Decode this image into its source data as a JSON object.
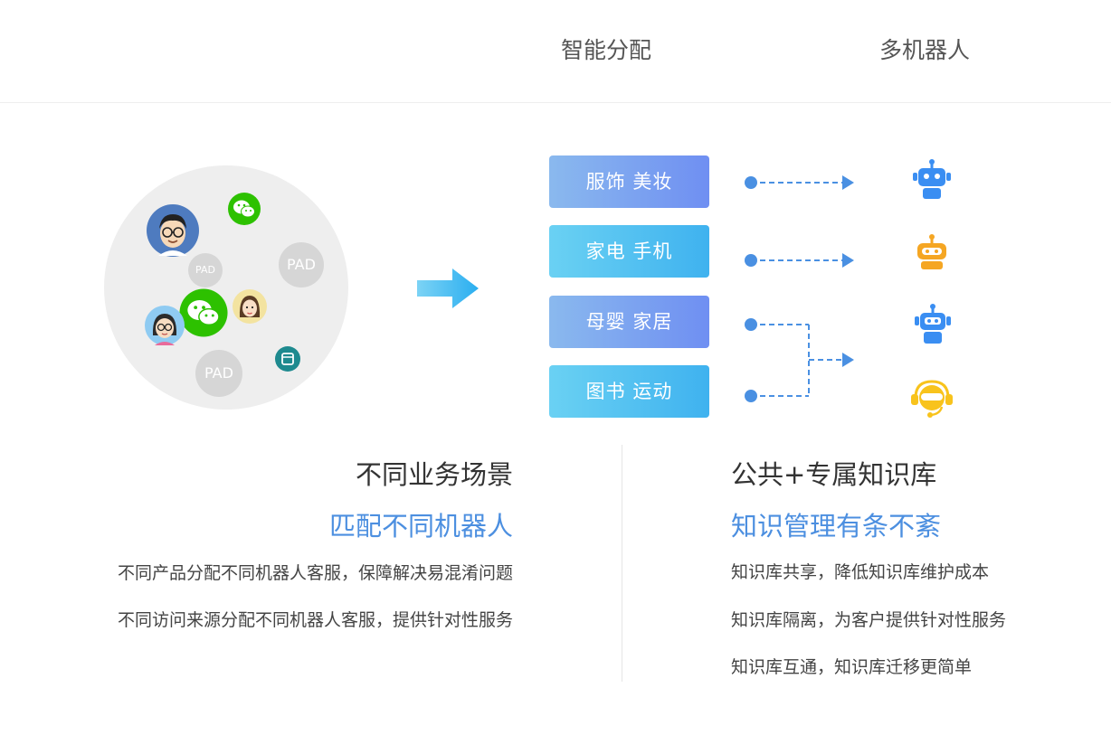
{
  "tabs": [
    {
      "label": "智能分配"
    },
    {
      "label": "多机器人"
    }
  ],
  "illustration": {
    "pad_label": "PAD"
  },
  "categories": [
    {
      "label": "服饰 美妆"
    },
    {
      "label": "家电 手机"
    },
    {
      "label": "母婴 家居"
    },
    {
      "label": "图书 运动"
    }
  ],
  "robots": [
    {
      "icon": "robot-blue-icon",
      "color": "#3a8ef2"
    },
    {
      "icon": "robot-orange-icon",
      "color": "#f5a623"
    },
    {
      "icon": "robot-blue-icon",
      "color": "#3a8ef2"
    },
    {
      "icon": "robot-yellow-headset-icon",
      "color": "#f8c31c"
    }
  ],
  "left_section": {
    "heading": "不同业务场景",
    "subheading": "匹配不同机器人",
    "items": [
      "不同产品分配不同机器人客服，保障解决易混淆问题",
      "不同访问来源分配不同机器人客服，提供针对性服务"
    ]
  },
  "right_section": {
    "heading": "公共+专属知识库",
    "subheading": "知识管理有条不紊",
    "items": [
      "知识库共享，降低知识库维护成本",
      "知识库隔离，为客户提供针对性服务",
      "知识库互通，知识库迁移更简单"
    ]
  },
  "colors": {
    "accent_blue": "#4c8fe0",
    "connector_blue": "#4a90e2",
    "wechat_green": "#2dc100"
  }
}
